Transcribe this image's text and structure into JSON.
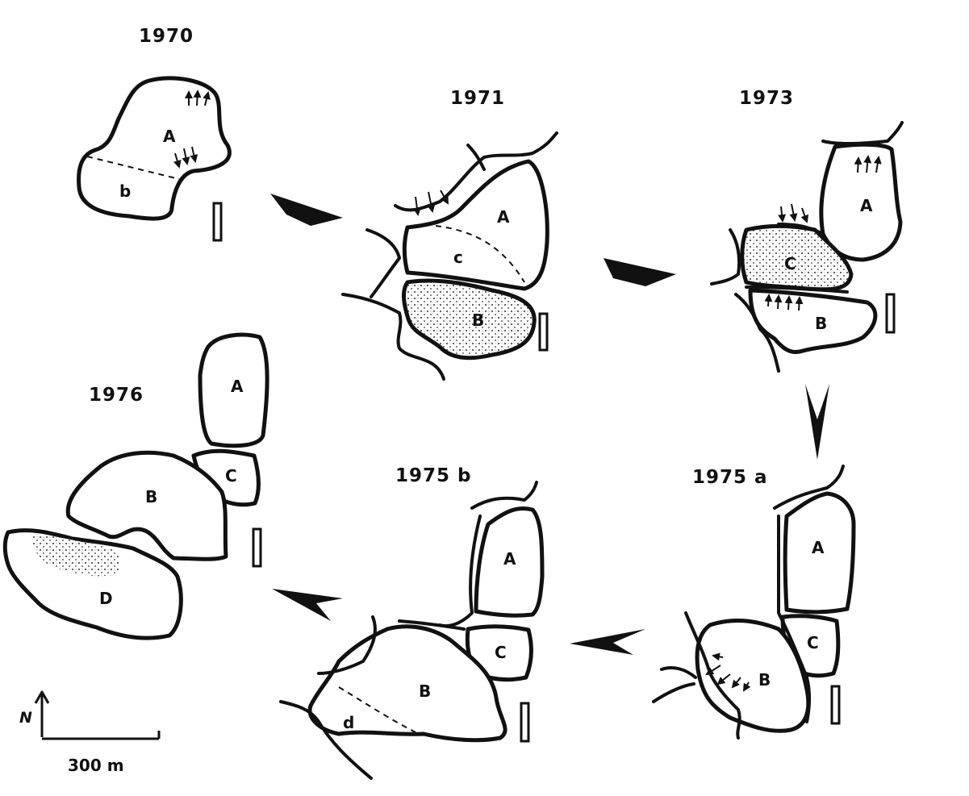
{
  "panels": {
    "p1970": {
      "year": "1970",
      "labels": [
        "A",
        "b"
      ]
    },
    "p1971": {
      "year": "1971",
      "labels": [
        "A",
        "c",
        "B"
      ]
    },
    "p1973": {
      "year": "1973",
      "labels": [
        "A",
        "C",
        "B"
      ]
    },
    "p1975a": {
      "year": "1975 a",
      "labels": [
        "A",
        "C",
        "B"
      ]
    },
    "p1975b": {
      "year": "1975 b",
      "labels": [
        "A",
        "C",
        "B",
        "d"
      ]
    },
    "p1976": {
      "year": "1976",
      "labels": [
        "A",
        "C",
        "B",
        "D"
      ]
    }
  },
  "scale": {
    "north": "N",
    "distance": "300 m"
  },
  "colors": {
    "ink": "#111111",
    "paper": "#ffffff"
  }
}
